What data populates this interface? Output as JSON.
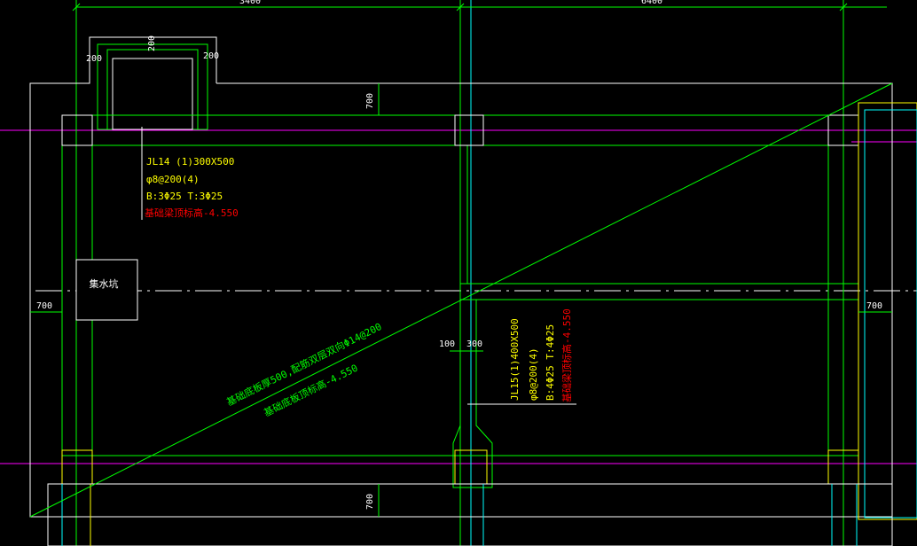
{
  "colors": {
    "background": "#000000",
    "wall": "#ffffff",
    "beam": "#00ff00",
    "column_alt": "#ffff00",
    "axis": "#ff00ff",
    "cyan": "#00ffff",
    "annotation": "#ffff00",
    "elevation": "#ff0000",
    "dimension_line": "#00ff00",
    "text_white": "#ffffff"
  },
  "dimensions": {
    "top_left_overall": "3400",
    "top_right_overall": "6400",
    "pit_top": "200",
    "pit_left": "200",
    "pit_right": "200",
    "top_offset": "700",
    "left_offset": "700",
    "right_offset": "700",
    "bottom_offset": "700",
    "beam_left": "100",
    "beam_right": "300"
  },
  "pit_label": "集水坑",
  "beam_jl14": {
    "mark": "JL14 (1)300X500",
    "stirrup": "φ8@200(4)",
    "rebar": "B:3Φ25  T:3Φ25",
    "elevation": "基础梁顶标高-4.550"
  },
  "beam_jl15": {
    "mark": "JL15(1)400X500",
    "stirrup": "φ8@200(4)",
    "rebar": "B:4Φ25  T:4Φ25",
    "elevation": "基础梁顶标高-4.550"
  },
  "slab_note": {
    "line1": "基础底板厚500,配筋双层双向Φ14@200",
    "line2": "基础底板顶标高-4.550"
  }
}
